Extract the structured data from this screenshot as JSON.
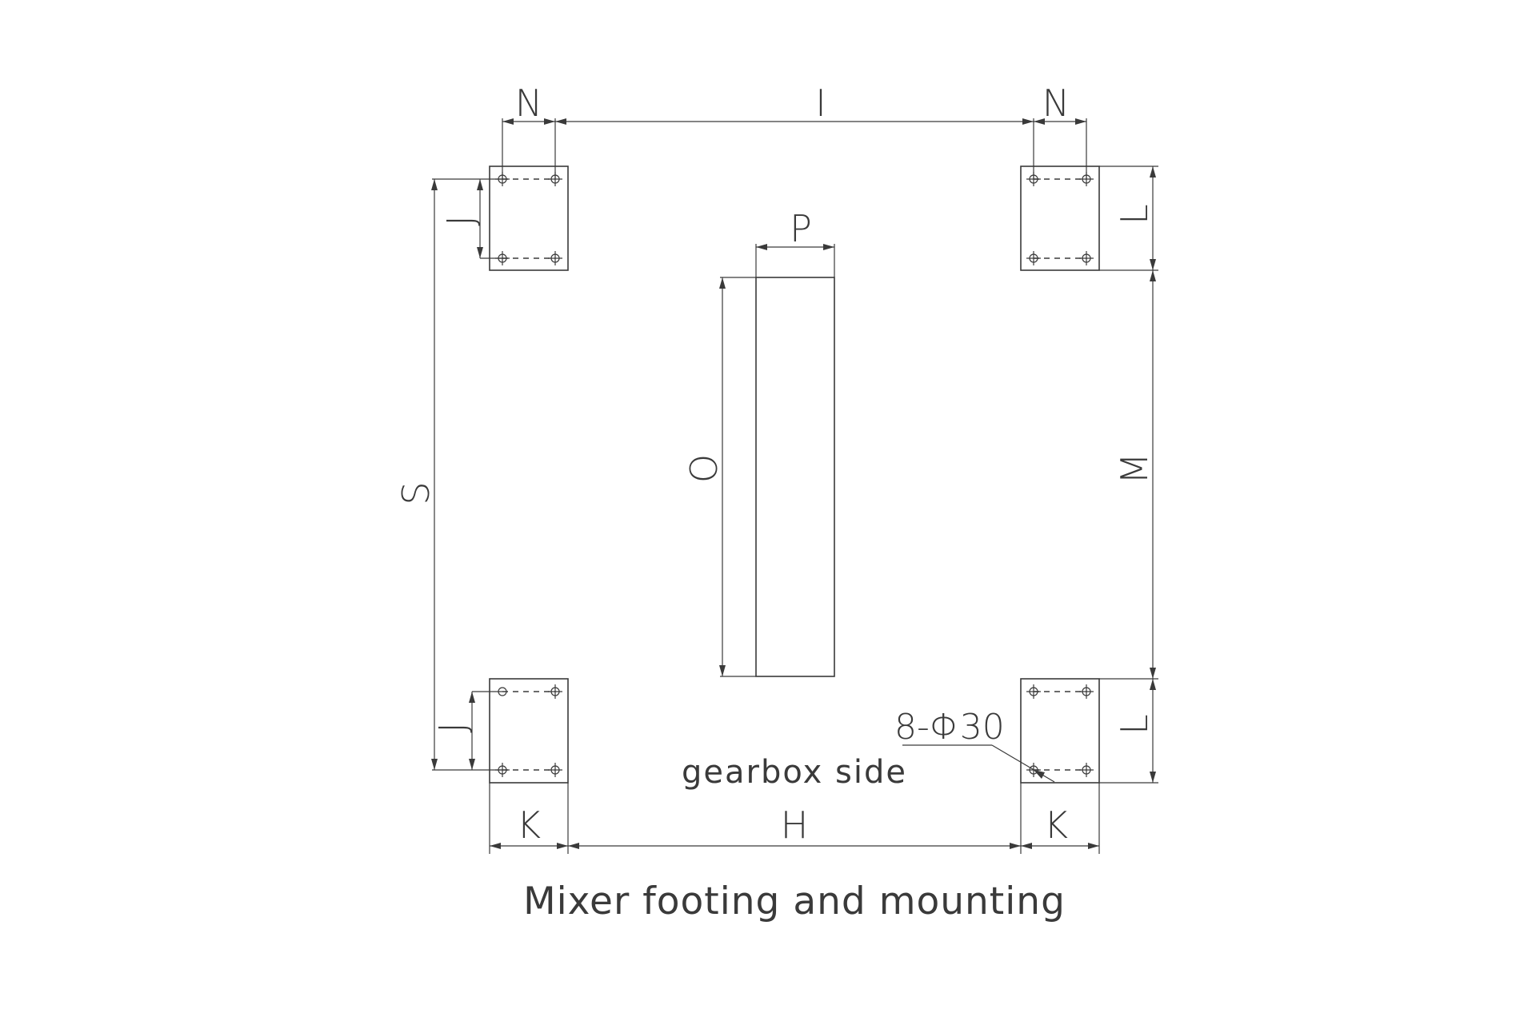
{
  "diagram": {
    "caption": "Mixer footing and mounting",
    "side_label": "gearbox side",
    "hole_note": "8-Φ30",
    "dimensions": {
      "N_left": "N",
      "N_right": "N",
      "I": "I",
      "P": "P",
      "J_top": "J",
      "J_bottom": "J",
      "S": "S",
      "O": "O",
      "L_top": "L",
      "L_bottom": "L",
      "M": "M",
      "K_left": "K",
      "K_right": "K",
      "H": "H"
    }
  }
}
